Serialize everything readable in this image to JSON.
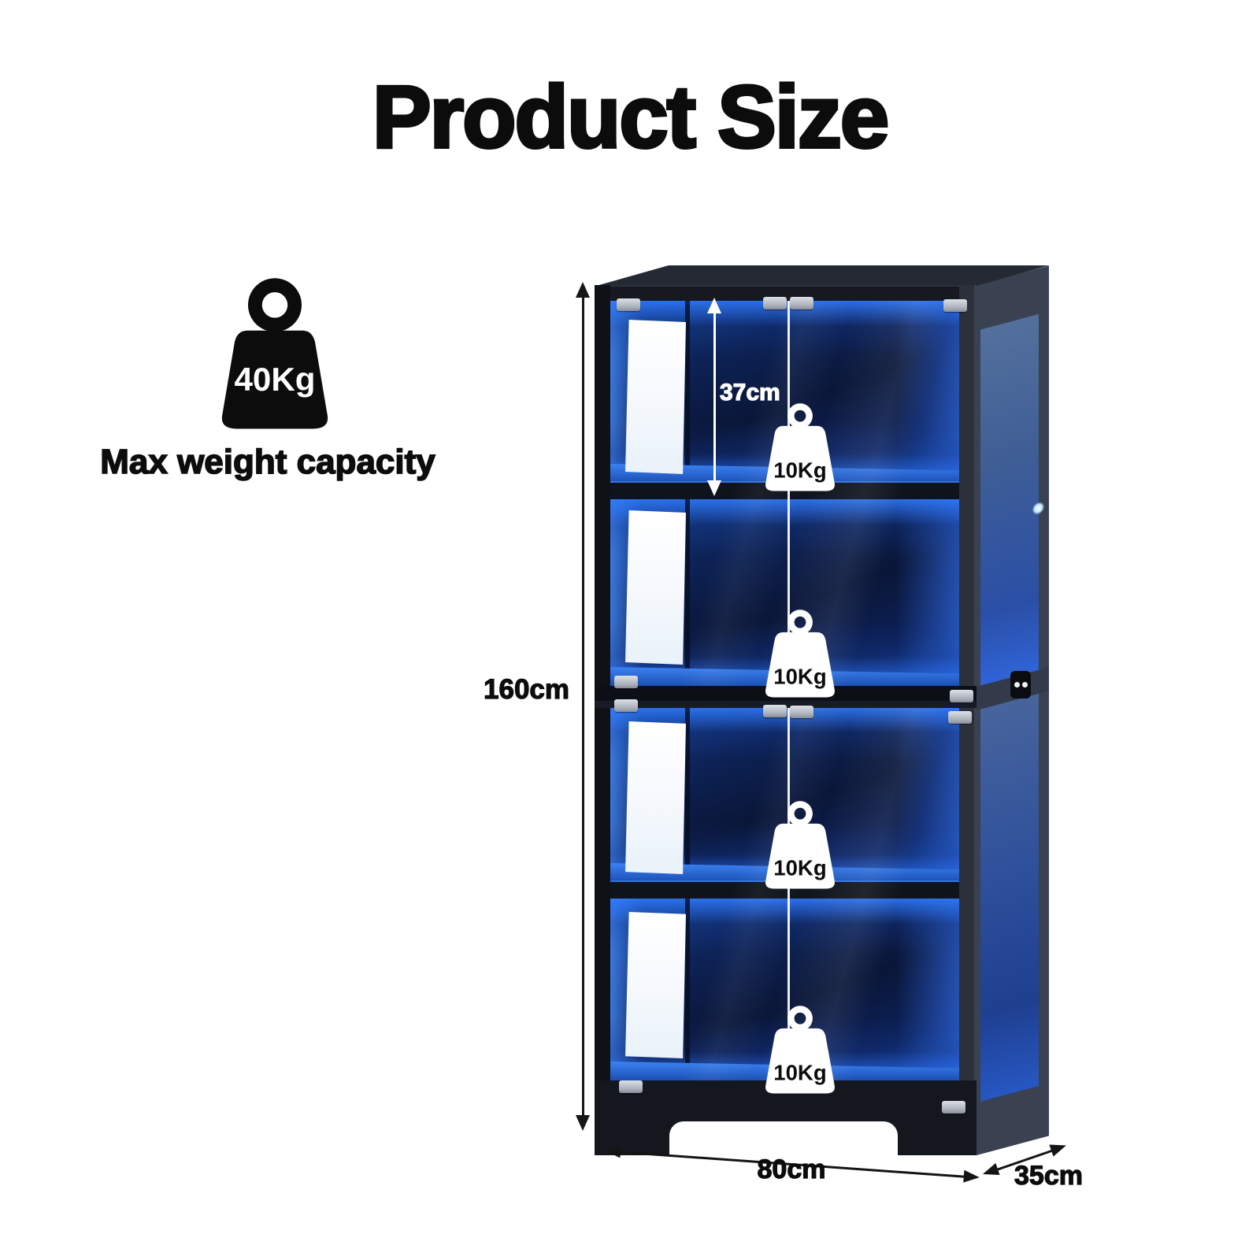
{
  "title": "Product Size",
  "capacity": {
    "value": "40Kg",
    "label": "Max weight capacity"
  },
  "dimensions": {
    "height": "160cm",
    "width": "80cm",
    "depth": "35cm",
    "top_compartment_height": "37cm"
  },
  "shelves": [
    {
      "capacity": "10Kg"
    },
    {
      "capacity": "10Kg"
    },
    {
      "capacity": "10Kg"
    },
    {
      "capacity": "10Kg"
    }
  ],
  "colors": {
    "led_blue": "#1f6bf0",
    "interior_dark": "#0a1638",
    "frame_black": "#14171e",
    "hinge_silver": "#c3c8cf"
  }
}
